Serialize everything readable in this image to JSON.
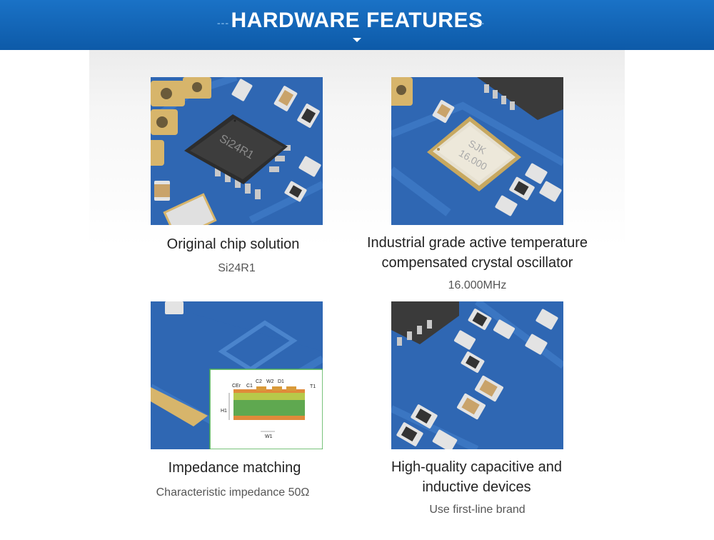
{
  "header": {
    "title": "HARDWARE FEATURES",
    "left_dashes": "---",
    "right_dashes": "---"
  },
  "colors": {
    "banner": "#1565c0",
    "pcb_blue": "#2f67b3",
    "gold": "#d7b56b",
    "chip": "#3a3a3a"
  },
  "features": [
    {
      "title": "Original chip solution",
      "subtitle": "Si24R1",
      "chip_marking": "Si24R1"
    },
    {
      "title_line1": "Industrial grade active temperature",
      "title_line2": "compensated crystal oscillator",
      "subtitle": "16.000MHz",
      "crystal_line1": "SJK",
      "crystal_line2": "16.000"
    },
    {
      "title": "Impedance matching",
      "subtitle": "Characteristic impedance 50Ω",
      "diagram_labels": {
        "cer": "CEr",
        "c1": "C1",
        "c2": "C2",
        "w2": "W2",
        "d1": "D1",
        "t1": "T1",
        "h1": "H1",
        "w1": "W1"
      }
    },
    {
      "title_line1": "High-quality capacitive and",
      "title_line2": "inductive devices",
      "subtitle": "Use first-line brand"
    }
  ]
}
